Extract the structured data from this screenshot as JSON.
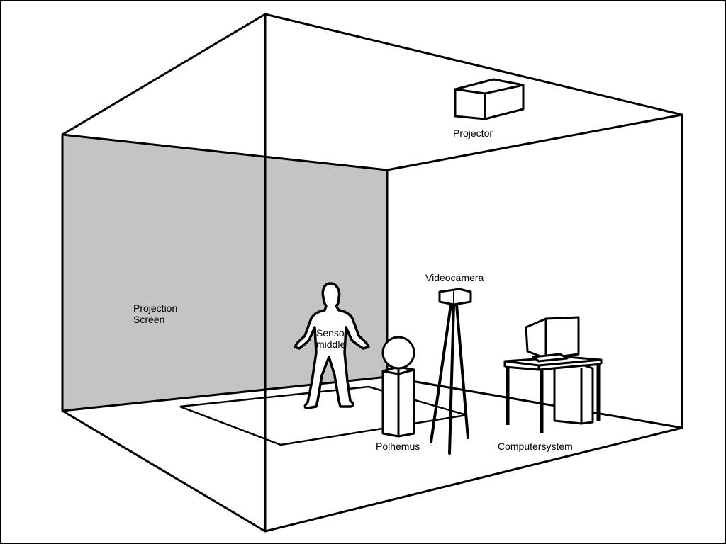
{
  "labels": {
    "projector": "Projector",
    "projection_screen": [
      "Projection",
      "Screen"
    ],
    "sensor_middle": [
      "Sensor",
      "middle"
    ],
    "videocamera": "Videocamera",
    "polhemus": "Polhemus",
    "computersystem": "Computersystem"
  },
  "colors": {
    "line": "#000000",
    "screen_fill": "#c4c4c4",
    "background": "#ffffff"
  }
}
